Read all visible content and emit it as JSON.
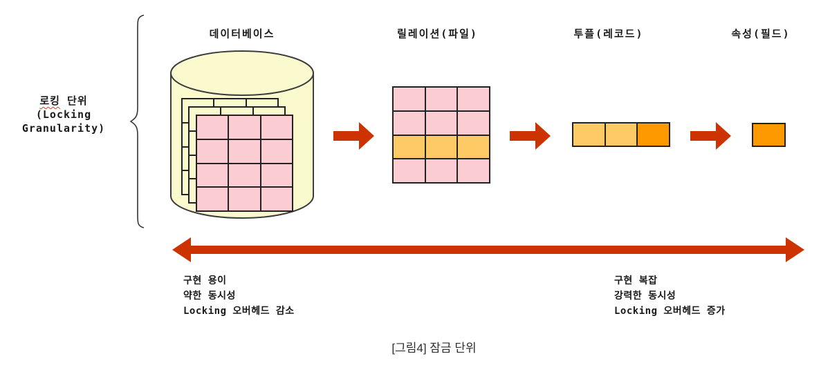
{
  "left_label": {
    "line1_underlined": "로킹",
    "line1_rest": " 단위",
    "line2": "(Locking",
    "line3": "Granularity)"
  },
  "stages": [
    {
      "id": "database",
      "label": "데이터베이스"
    },
    {
      "id": "relation",
      "label": "릴레이션(파일)"
    },
    {
      "id": "tuple",
      "label": "투플(레코드)"
    },
    {
      "id": "attribute",
      "label": "속성(필드)"
    }
  ],
  "notes_left": {
    "lines": [
      "구현 용이",
      "약한 동시성",
      "Locking 오버헤드 감소"
    ]
  },
  "notes_right": {
    "lines": [
      "구현 복잡",
      "강력한 동시성",
      "Locking 오버헤드 증가"
    ]
  },
  "caption": "[그림4] 잠금 단위",
  "diagram_facts": {
    "sheets_in_database": 3,
    "relation_grid": {
      "rows": 4,
      "cols": 3,
      "highlighted_row": 3
    },
    "tuple_cells": {
      "count": 3,
      "highlighted_cell": 3
    },
    "flow_direction": "left-to-right, coarse to fine granularity"
  },
  "colors": {
    "arrow": "#cc3300",
    "paleYellow": "#fbfacf",
    "pink": "#fbcdd2",
    "lightOrange": "#fdca65",
    "darkOrange": "#ff9900",
    "line": "#222222",
    "text": "#1a1a1a",
    "underline": "#ee3322"
  }
}
